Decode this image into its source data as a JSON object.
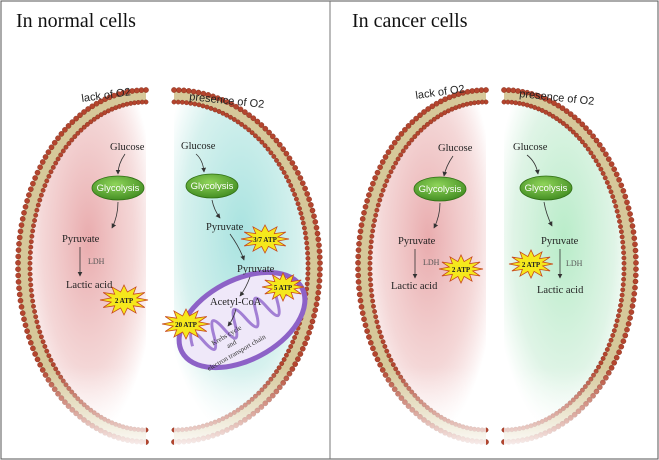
{
  "panels": {
    "normal": {
      "title": "In normal cells",
      "left": {
        "condition": "lack of O2",
        "glucose": "Glucose",
        "glycolysis": "Glycolysis",
        "pyruvate": "Pyruvate",
        "enzyme": "LDH",
        "product": "Lactic acid",
        "atp": "2 ATP"
      },
      "right": {
        "condition": "presence of O2",
        "glucose": "Glucose",
        "glycolysis": "Glycolysis",
        "pyruvate": "Pyruvate",
        "atp_glycolysis": "3/7 ATP",
        "mito_pyruvate": "Pyruvate",
        "atp_mito": "5 ATP",
        "acetyl": "Acetyl-CoA",
        "atp_krebs": "20 ATP",
        "krebs_1": "Krebs cycle",
        "krebs_2": "and",
        "krebs_3": "electron transport chain"
      }
    },
    "cancer": {
      "title": "In cancer cells",
      "left": {
        "condition": "lack of O2",
        "glucose": "Glucose",
        "glycolysis": "Glycolysis",
        "pyruvate": "Pyruvate",
        "enzyme": "LDH",
        "product": "Lactic acid",
        "atp": "2 ATP"
      },
      "right": {
        "condition": "presence of O2",
        "glucose": "Glucose",
        "glycolysis": "Glycolysis",
        "pyruvate": "Pyruvate",
        "enzyme": "LDH",
        "product": "Lactic acid",
        "atp": "2 ATP"
      }
    }
  },
  "colors": {
    "anoxic": "#e8a7a9",
    "oxic_normal": "#a9e3e0",
    "oxic_cancer": "#b9ecc9",
    "glycolysis": "#4f9a2a",
    "membrane_head": "#b4452e",
    "membrane_tail": "#d6c89a",
    "atp_star": "#f5e81c",
    "mitochondrion": "#8d62c7"
  }
}
